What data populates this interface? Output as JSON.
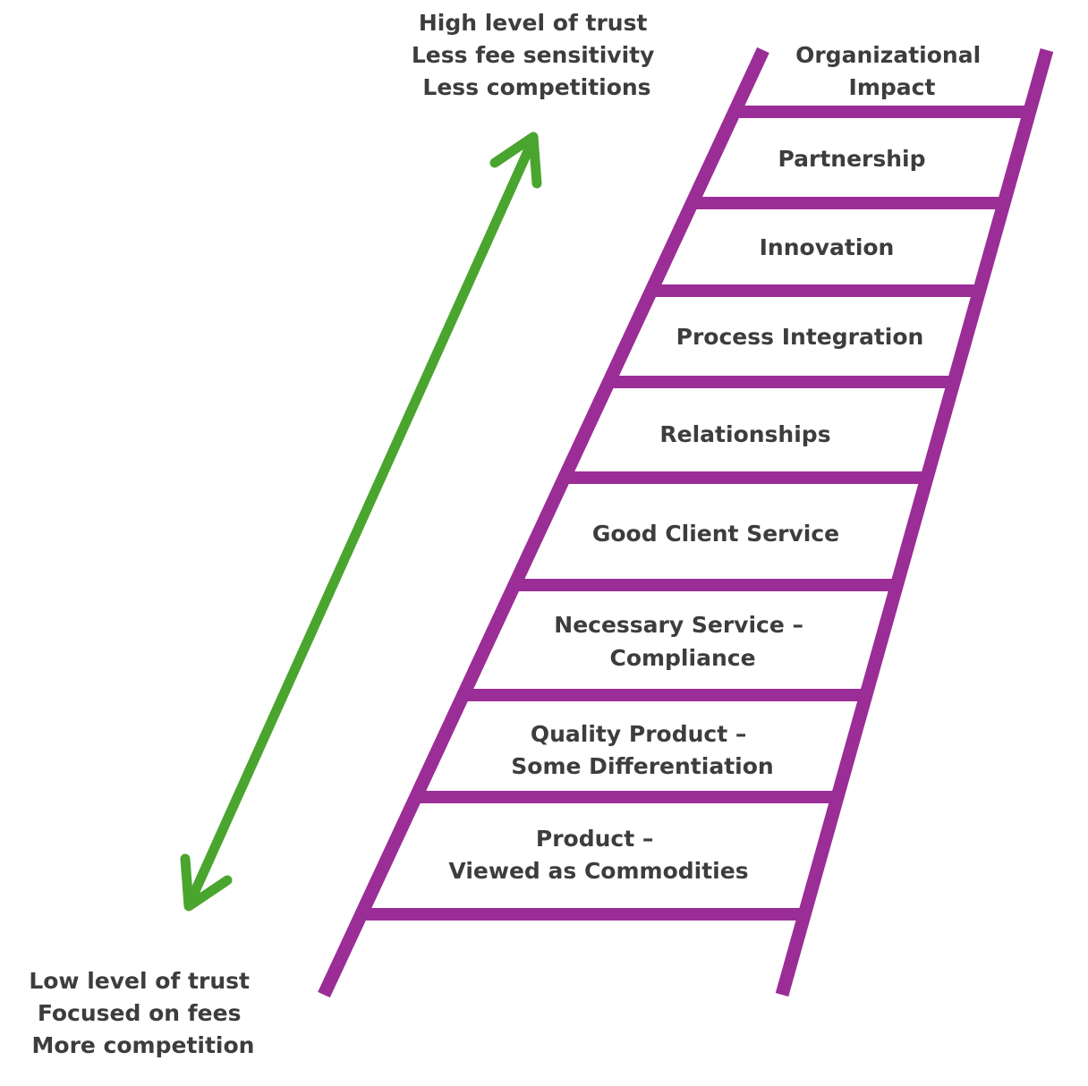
{
  "colors": {
    "ladder": "#9b2d96",
    "arrow": "#4aa52e",
    "text": "#3d3d3d",
    "background": "#ffffff"
  },
  "top_note": {
    "lines": [
      "High level of trust",
      "Less fee sensitivity",
      "Less competitions"
    ]
  },
  "bottom_note": {
    "lines": [
      "Low level of trust",
      "Focused on fees",
      "More competition"
    ]
  },
  "rungs": [
    {
      "lines": [
        "Organizational",
        "Impact"
      ]
    },
    {
      "lines": [
        "Partnership"
      ]
    },
    {
      "lines": [
        "Innovation"
      ]
    },
    {
      "lines": [
        "Process Integration"
      ]
    },
    {
      "lines": [
        "Relationships"
      ]
    },
    {
      "lines": [
        "Good Client Service"
      ]
    },
    {
      "lines": [
        "Necessary Service –",
        "Compliance"
      ]
    },
    {
      "lines": [
        "Quality Product –",
        "Some Differentiation"
      ]
    },
    {
      "lines": [
        "Product –",
        "Viewed as Commodities"
      ]
    }
  ]
}
